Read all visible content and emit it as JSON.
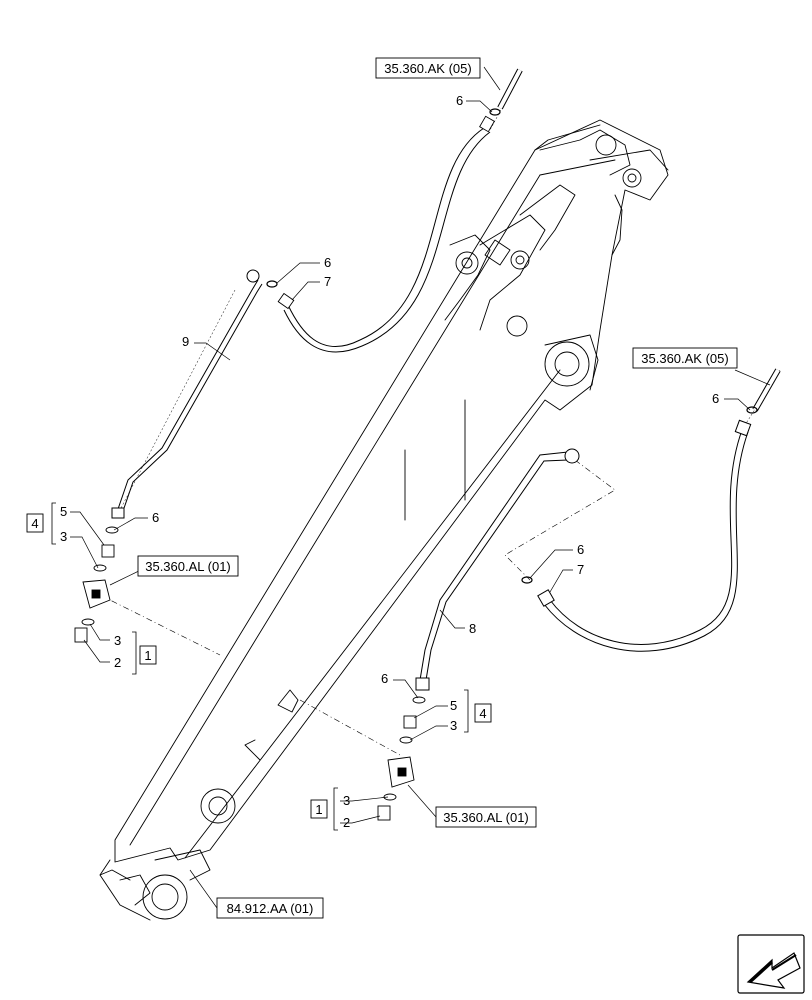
{
  "references": {
    "ak_top": "35.360.AK (05)",
    "ak_right": "35.360.AK (05)",
    "al_left": "35.360.AL (01)",
    "al_right": "35.360.AL (01)",
    "boom": "84.912.AA (01)"
  },
  "callouts": {
    "n6_top": "6",
    "n6_mid": "6",
    "n7_mid": "7",
    "n9": "9",
    "n6_right": "6",
    "n6_rmid": "6",
    "n7_rmid": "7",
    "n8": "8",
    "n5_left": "5",
    "n3_left": "3",
    "n6_left": "6",
    "n3_left_low": "3",
    "n2_left": "2",
    "n6_center": "6",
    "n5_center": "5",
    "n3_center": "3",
    "n3_center_low": "3",
    "n2_center": "2"
  },
  "kits": {
    "left_upper": "4",
    "left_lower": "1",
    "center_upper": "4",
    "center_lower": "1"
  },
  "icons": {
    "orientation": "view-direction-arrow-icon"
  }
}
